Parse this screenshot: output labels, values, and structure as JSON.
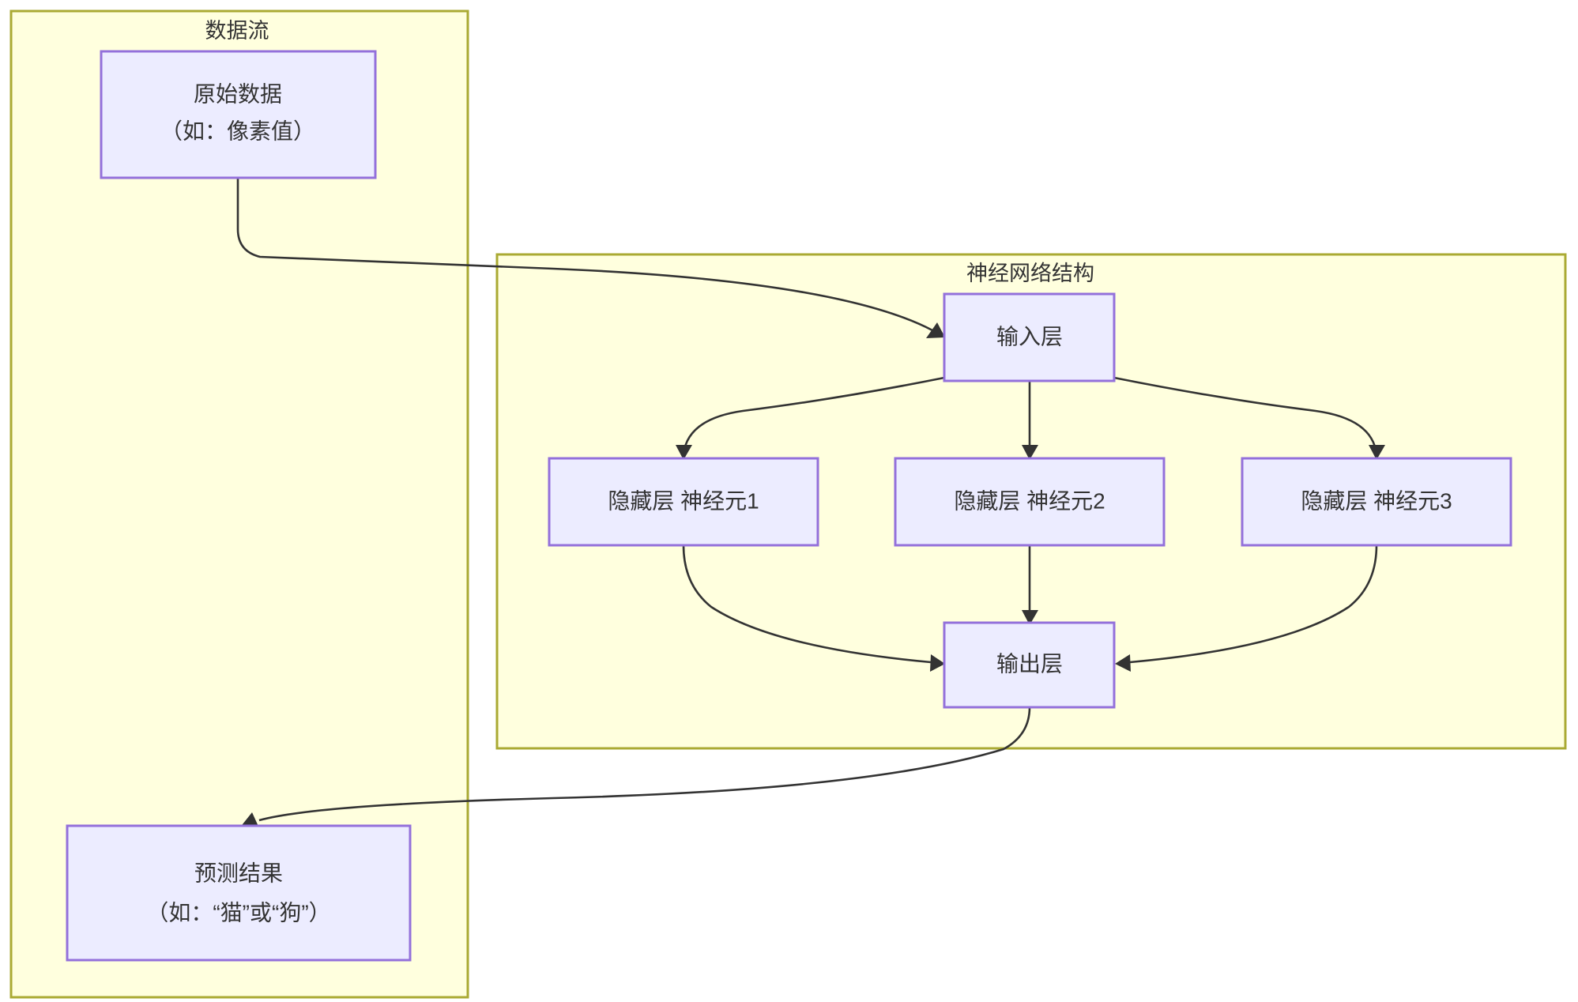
{
  "diagram": {
    "type": "flowchart",
    "title_visible": false,
    "colors": {
      "cluster_fill": "#ffffde",
      "cluster_stroke": "#aaaa33",
      "node_fill": "#ececff",
      "node_stroke": "#9370db",
      "edge_stroke": "#333333",
      "text": "#333333",
      "background": "#ffffff"
    },
    "clusters": [
      {
        "id": "dataflow",
        "label": "数据流"
      },
      {
        "id": "network",
        "label": "神经网络结构"
      }
    ],
    "nodes": [
      {
        "id": "raw",
        "cluster": "dataflow",
        "line1": "原始数据",
        "line2": "（如：像素值）"
      },
      {
        "id": "input",
        "cluster": "network",
        "line1": "输入层",
        "line2": ""
      },
      {
        "id": "hidden1",
        "cluster": "network",
        "line1": "隐藏层 神经元1",
        "line2": ""
      },
      {
        "id": "hidden2",
        "cluster": "network",
        "line1": "隐藏层 神经元2",
        "line2": ""
      },
      {
        "id": "hidden3",
        "cluster": "network",
        "line1": "隐藏层 神经元3",
        "line2": ""
      },
      {
        "id": "output",
        "cluster": "network",
        "line1": "输出层",
        "line2": ""
      },
      {
        "id": "prediction",
        "cluster": "dataflow",
        "line1": "预测结果",
        "line2": "（如：“猫”或“狗”）"
      }
    ],
    "edges": [
      {
        "from": "raw",
        "to": "input",
        "label": ""
      },
      {
        "from": "input",
        "to": "hidden1",
        "label": ""
      },
      {
        "from": "input",
        "to": "hidden2",
        "label": ""
      },
      {
        "from": "input",
        "to": "hidden3",
        "label": ""
      },
      {
        "from": "hidden1",
        "to": "output",
        "label": ""
      },
      {
        "from": "hidden2",
        "to": "output",
        "label": ""
      },
      {
        "from": "hidden3",
        "to": "output",
        "label": ""
      },
      {
        "from": "output",
        "to": "prediction",
        "label": ""
      }
    ]
  }
}
